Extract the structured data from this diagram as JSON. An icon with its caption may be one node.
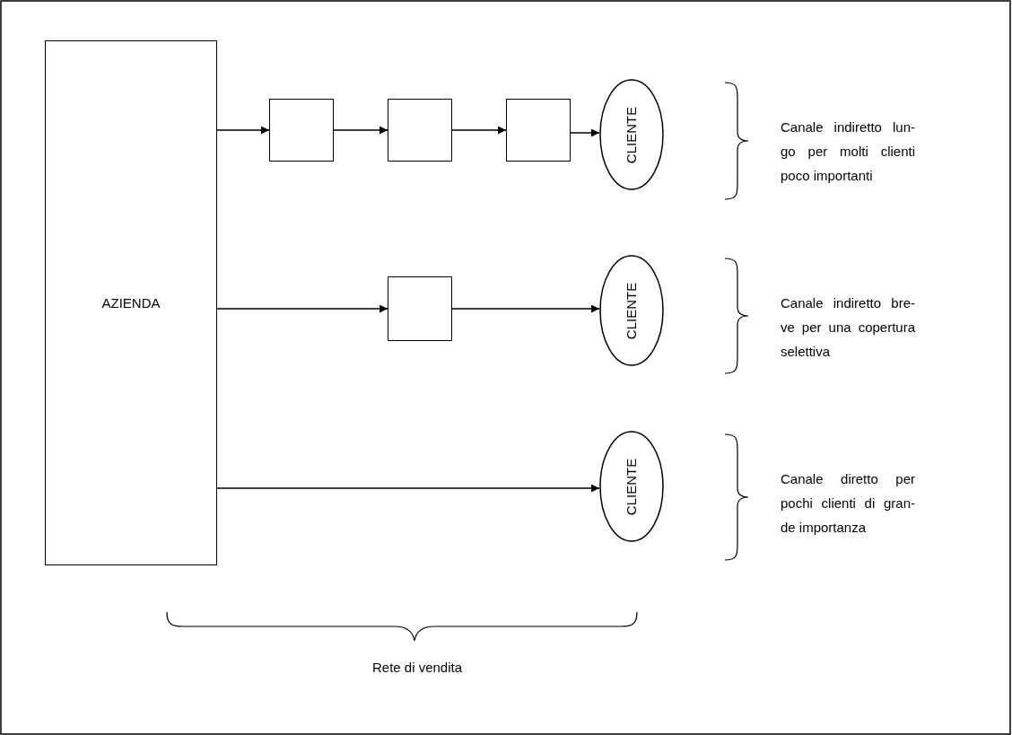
{
  "diagram": {
    "nodes": [
      {
        "text": [
          "AZIENDA"
        ]
      },
      {
        "text": [],
        "shape": "box"
      },
      {
        "text": [],
        "shape": "box"
      },
      {
        "text": [],
        "shape": "box"
      },
      {
        "text": [
          "CLIENTE"
        ]
      },
      {
        "text": [],
        "shape": "box"
      },
      {
        "text": [
          "CLIENTE"
        ]
      },
      {
        "text": [
          "CLIENTE"
        ]
      }
    ],
    "edges": [
      {
        "from": 0,
        "to": 1,
        "arrow": "to"
      },
      {
        "from": 1,
        "to": 2,
        "arrow": "to"
      },
      {
        "from": 2,
        "to": 3,
        "arrow": "to"
      },
      {
        "from": 3,
        "to": 4,
        "arrow": "to"
      },
      {
        "from": 0,
        "to": 5,
        "arrow": "to"
      },
      {
        "from": 5,
        "to": 6,
        "arrow": "to"
      },
      {
        "from": 0,
        "to": 7,
        "arrow": "to"
      }
    ],
    "labels": [
      "Canale indiretto lun- go per molti clienti poco importanti",
      "Canale indiretto bre- ve per una copertura selettiva",
      "Canale diretto per pochi clienti di gran- de importanza",
      "Rete di vendita"
    ]
  }
}
